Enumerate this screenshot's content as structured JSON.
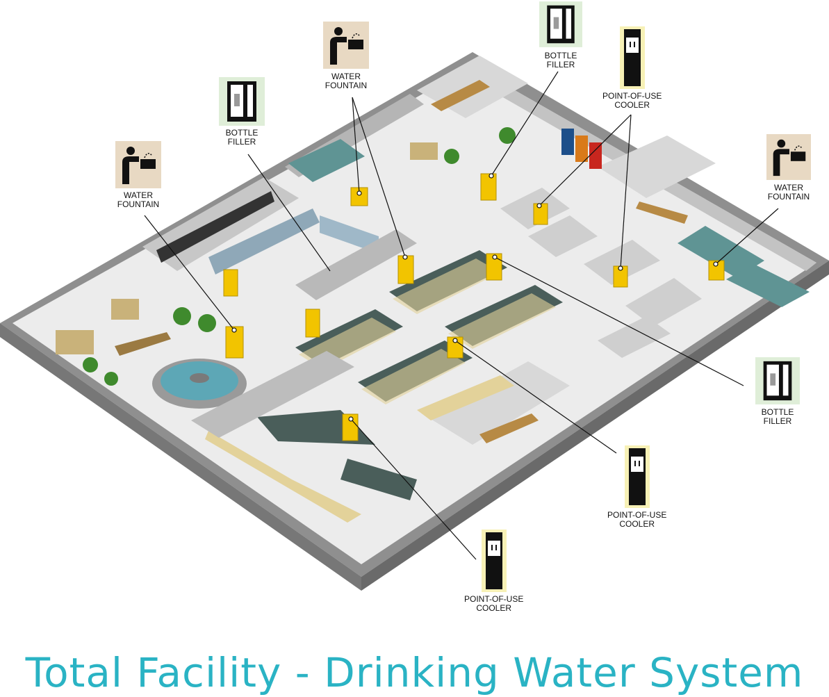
{
  "title": "Total Facility - Drinking Water System",
  "colors": {
    "title": "#2ab3c4",
    "fountain_bg": "#e8d9c3",
    "filler_bg": "#dfeed8",
    "cooler_bg": "#f7f1b6",
    "fixture_yellow": "#f2c400",
    "floor": "#ececec",
    "wall_top": "#d7d7d7",
    "wall_side": "#9a9a9a",
    "restroom": "#5f9494"
  },
  "callouts": [
    {
      "type": "water-fountain",
      "icon": "water-fountain-icon",
      "label": "WATER\nFOUNTAIN"
    },
    {
      "type": "bottle-filler",
      "icon": "bottle-filler-icon",
      "label": "BOTTLE\nFILLER"
    },
    {
      "type": "water-fountain",
      "icon": "water-fountain-icon",
      "label": "WATER\nFOUNTAIN"
    },
    {
      "type": "bottle-filler",
      "icon": "bottle-filler-icon",
      "label": "BOTTLE\nFILLER"
    },
    {
      "type": "point-of-use-cooler",
      "icon": "cooler-icon",
      "label": "POINT-OF-USE\nCOOLER"
    },
    {
      "type": "water-fountain",
      "icon": "water-fountain-icon",
      "label": "WATER\nFOUNTAIN"
    },
    {
      "type": "bottle-filler",
      "icon": "bottle-filler-icon",
      "label": "BOTTLE\nFILLER"
    },
    {
      "type": "point-of-use-cooler",
      "icon": "cooler-icon",
      "label": "POINT-OF-USE\nCOOLER"
    },
    {
      "type": "point-of-use-cooler",
      "icon": "cooler-icon",
      "label": "POINT-OF-USE\nCOOLER"
    }
  ]
}
